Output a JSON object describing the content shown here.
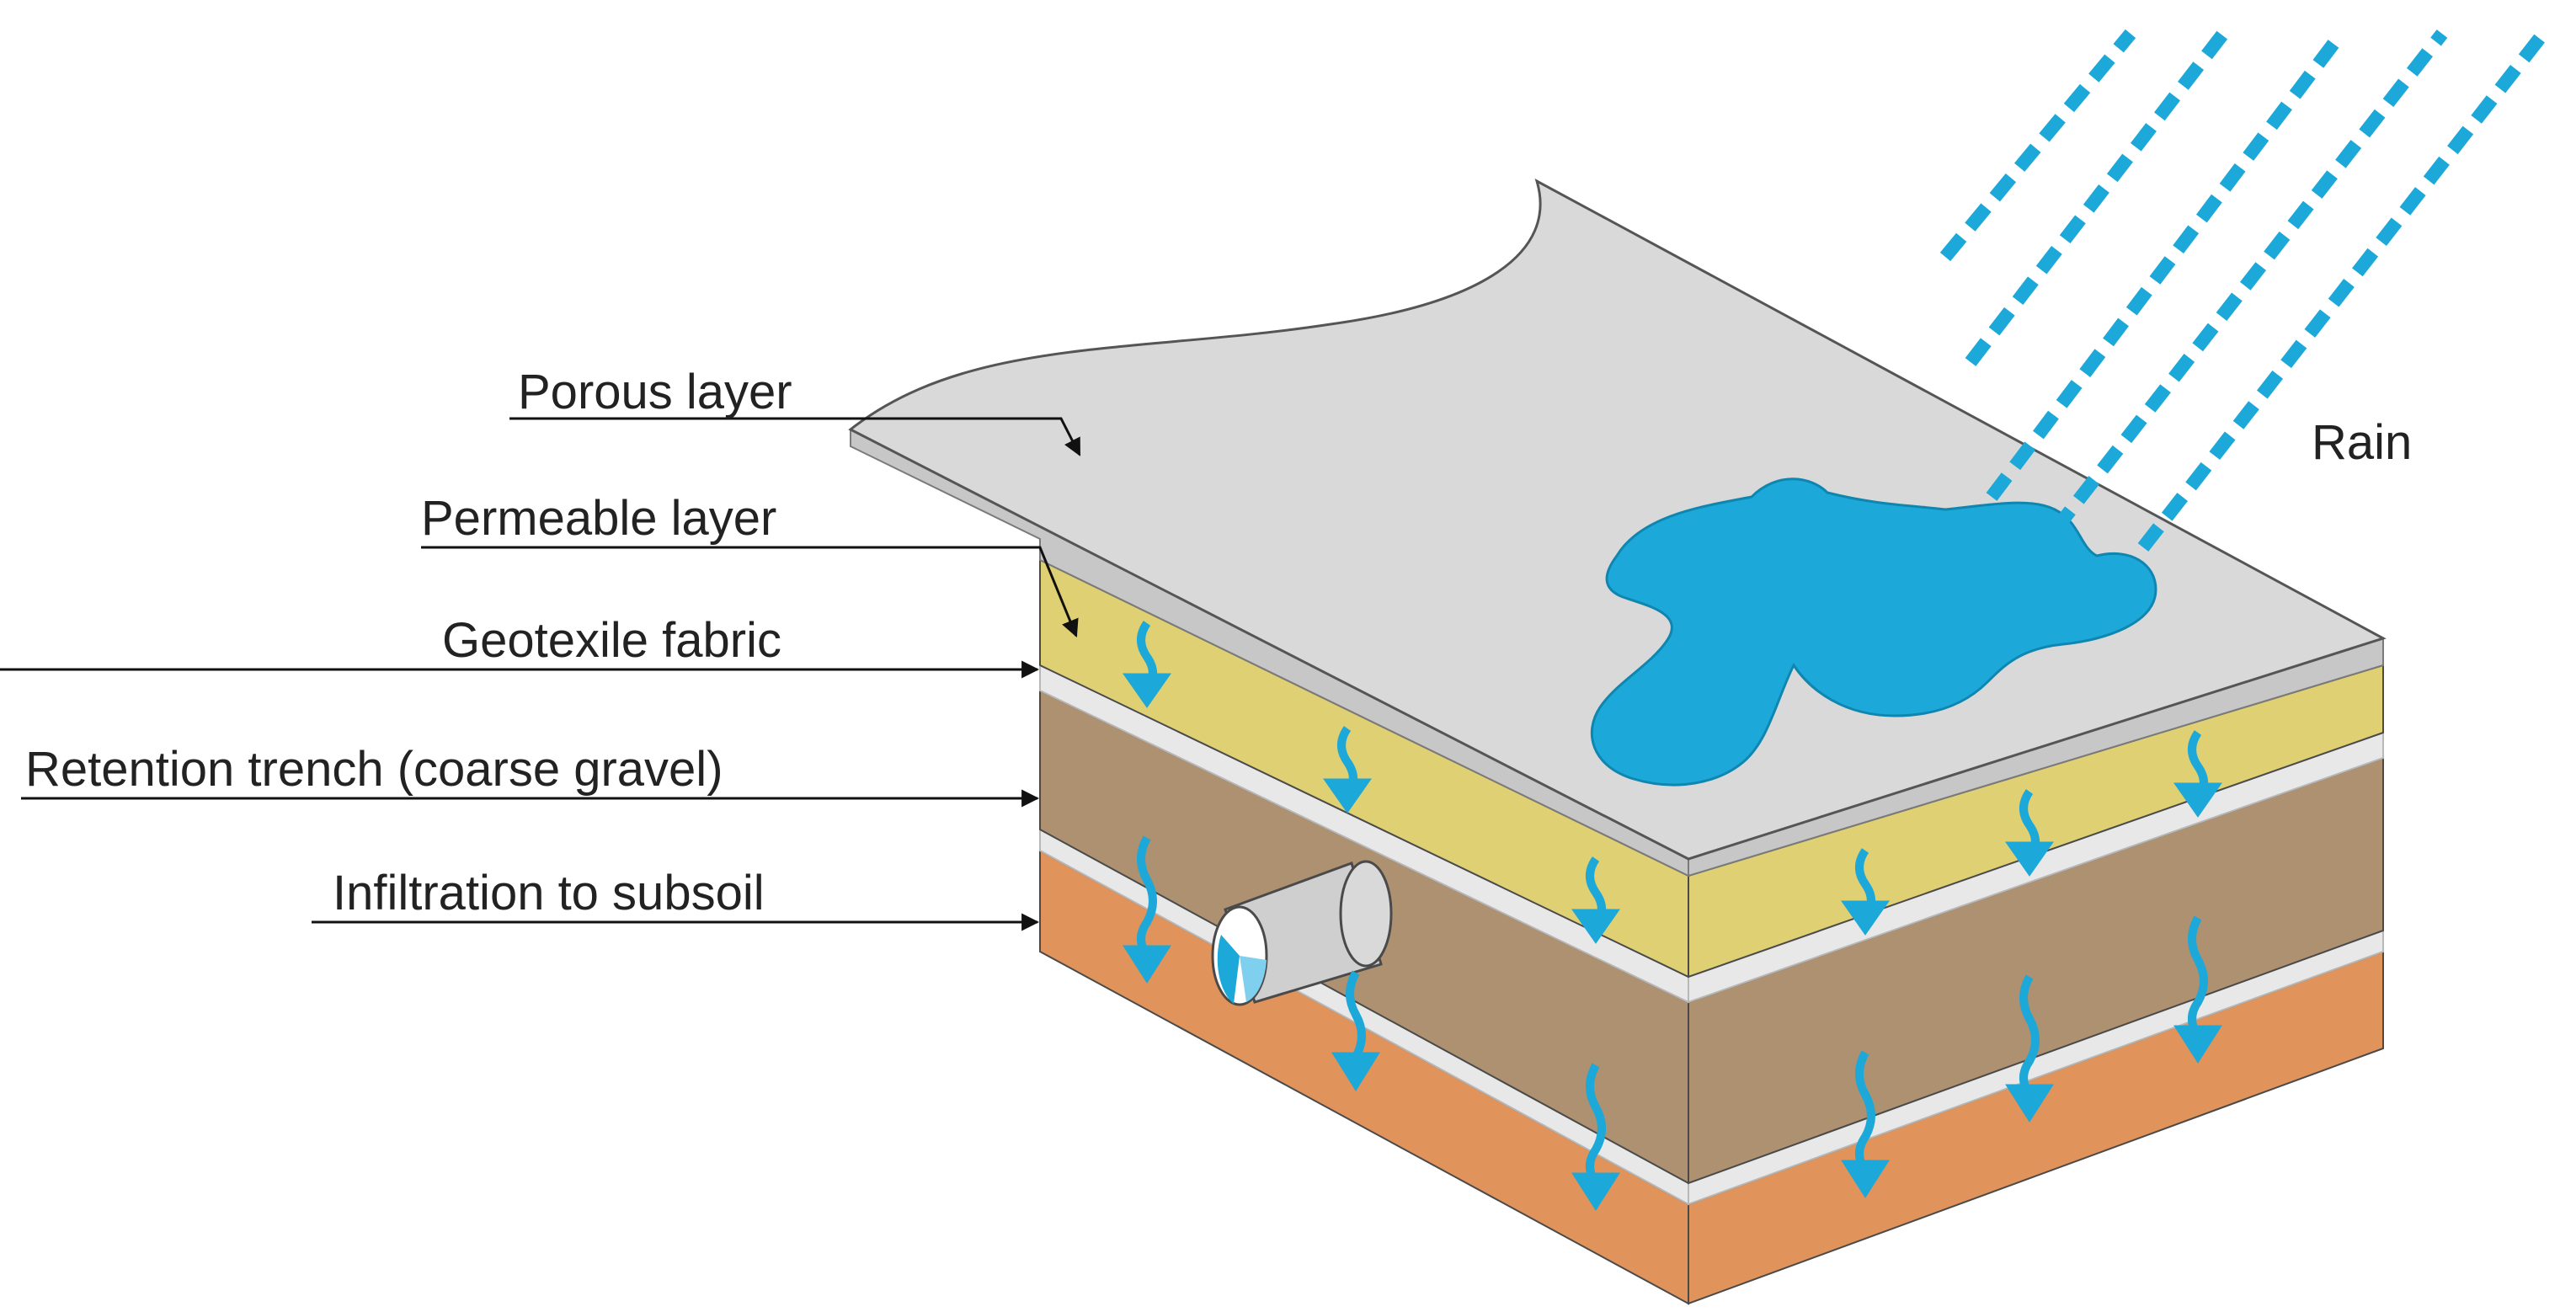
{
  "labels": {
    "porous": "Porous layer",
    "permeable": "Permeable layer",
    "geotextile": "Geotexile fabric",
    "retention": "Retention trench (coarse gravel)",
    "infiltration": "Infiltration to subsoil",
    "rain": "Rain"
  },
  "colors": {
    "porous_top": "#d9d9d9",
    "porous_edge": "#c7c7c7",
    "separator": "#e8e8e8",
    "permeable": "#dfd074",
    "gravel": "#ae9170",
    "subsoil": "#e0935a",
    "water": "#1ca8d8",
    "outline": "#4a4a4a"
  },
  "icons": {
    "flow_arrow": "wavy-down-arrow-icon",
    "pipe": "drain-pipe-icon",
    "rain": "dashed-rain-line-icon"
  }
}
